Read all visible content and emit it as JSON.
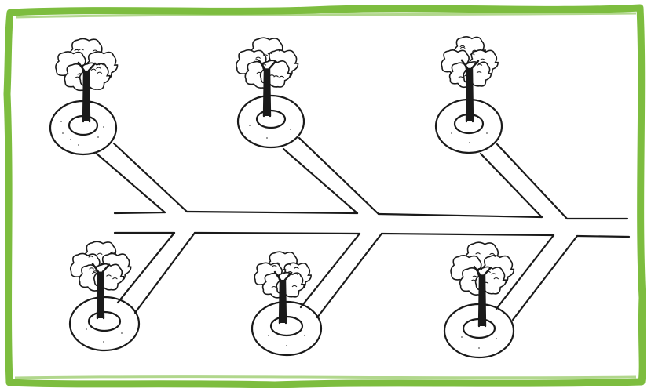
{
  "frame": {
    "border_color": "#7dbd3f",
    "background_color": "#ffffff"
  },
  "drawing": {
    "style": "hand-drawn line illustration",
    "line_color": "#1a1a1a",
    "tree_count": 6,
    "trees": [
      {
        "position": "top-left",
        "icon": "tree-icon"
      },
      {
        "position": "top-middle",
        "icon": "tree-icon"
      },
      {
        "position": "top-right",
        "icon": "tree-icon"
      },
      {
        "position": "bottom-left",
        "icon": "tree-icon"
      },
      {
        "position": "bottom-middle",
        "icon": "tree-icon"
      },
      {
        "position": "bottom-right",
        "icon": "tree-icon"
      }
    ]
  }
}
